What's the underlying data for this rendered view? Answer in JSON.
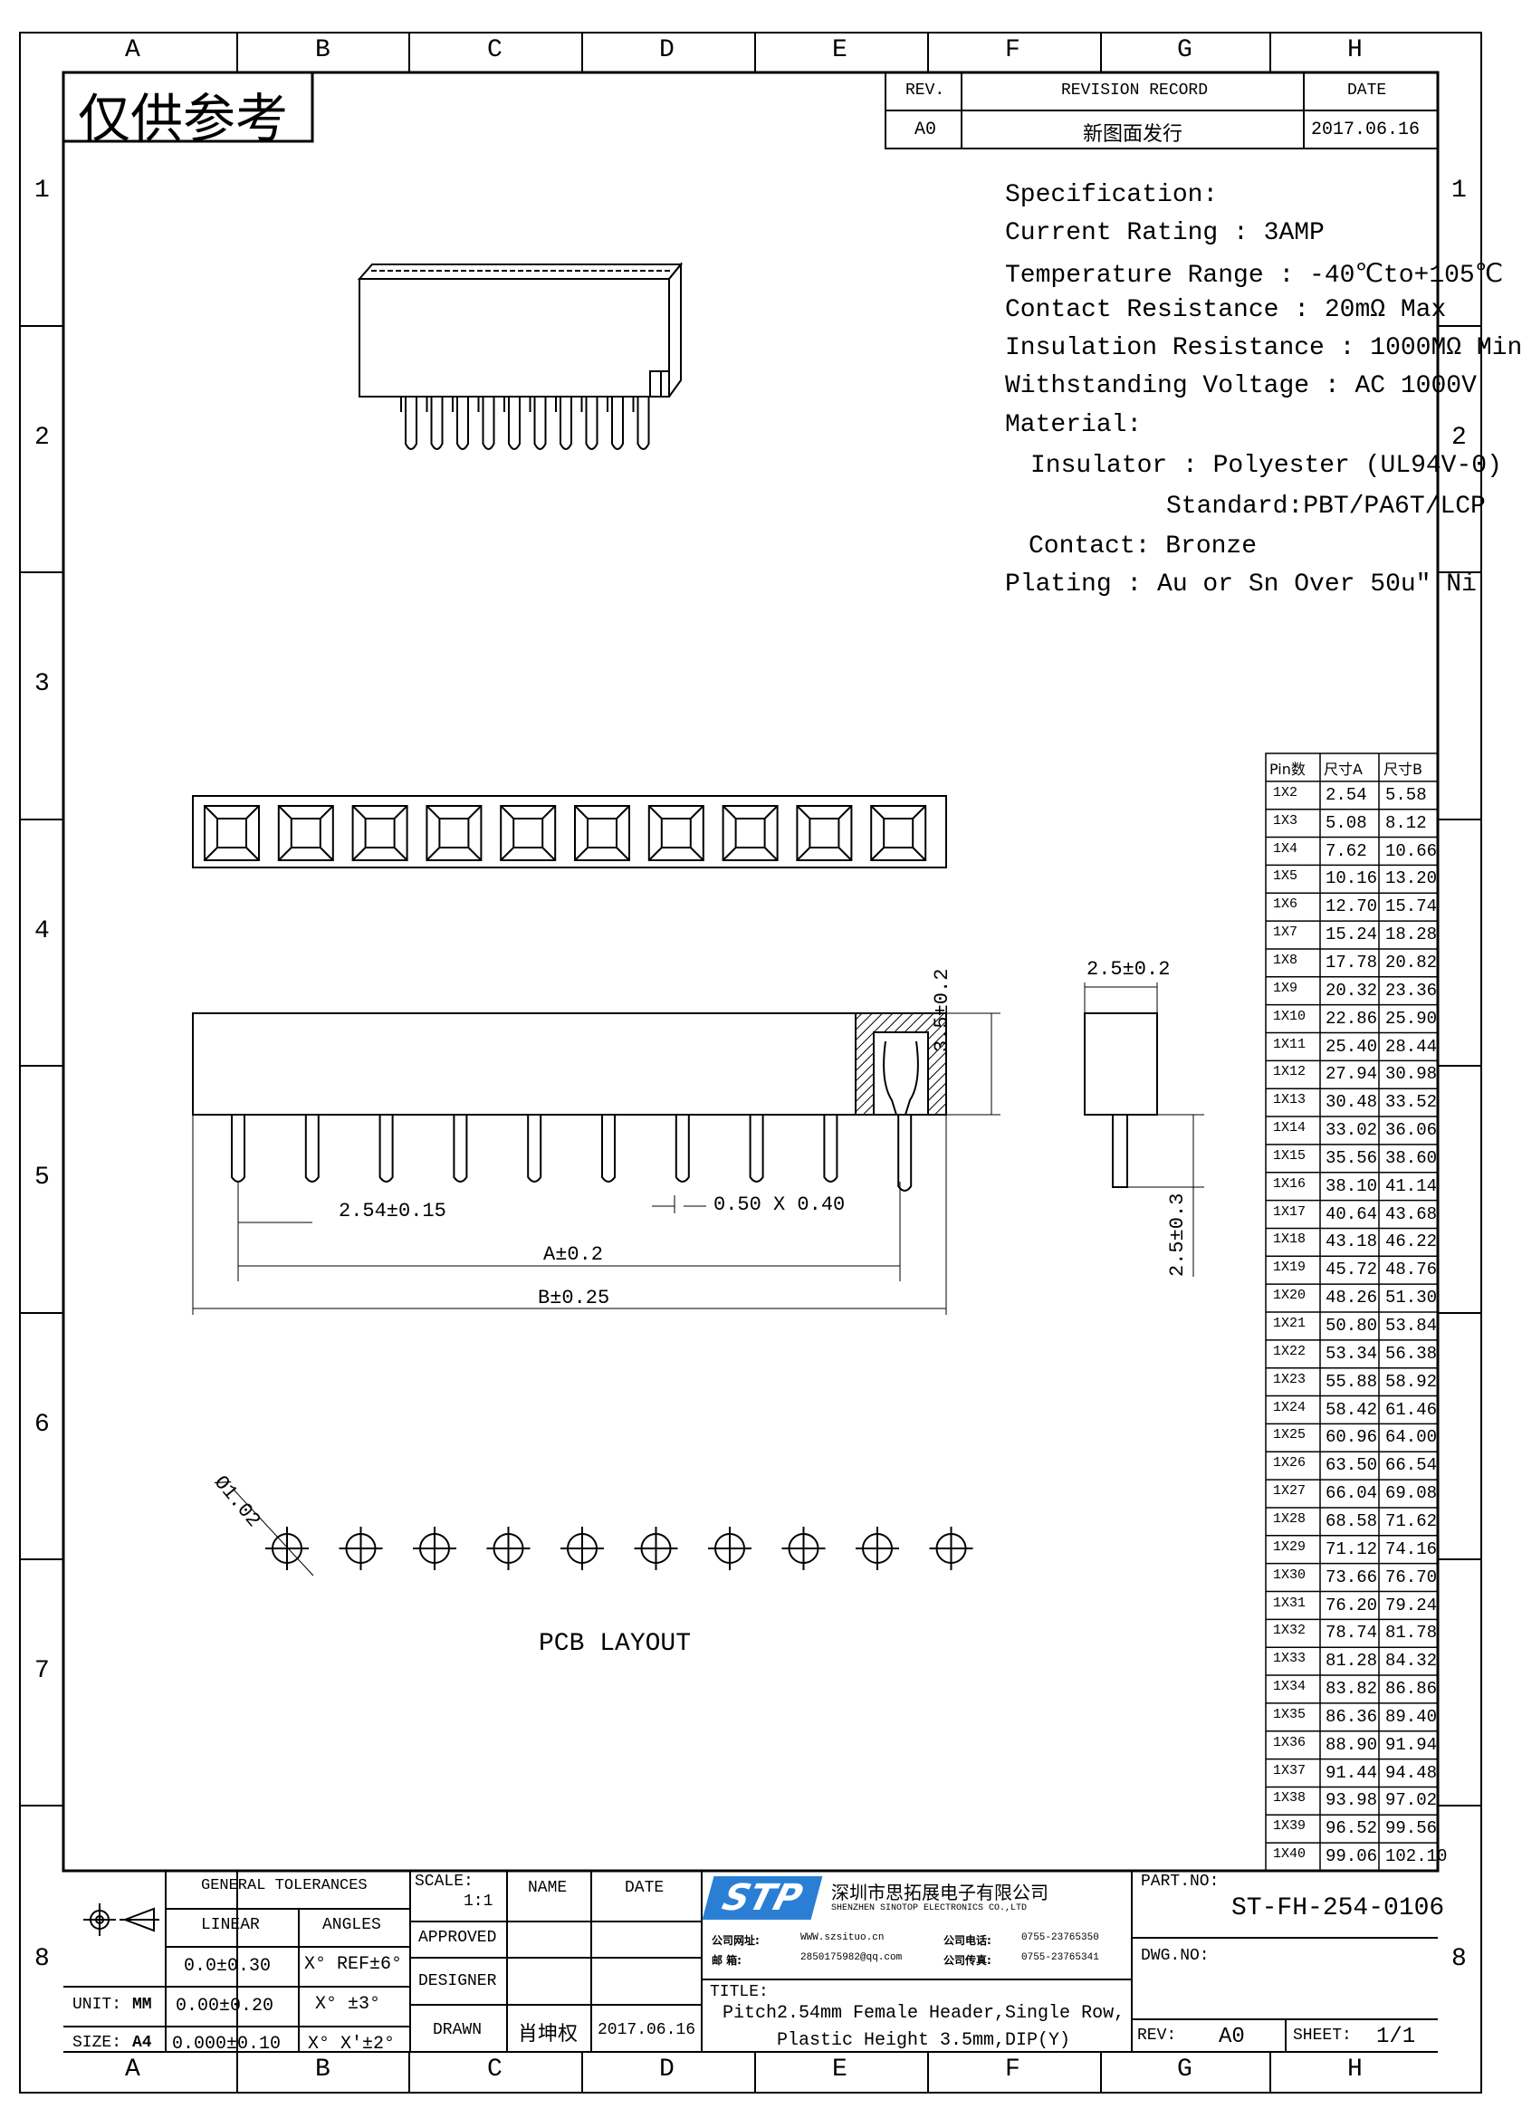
{
  "stamp": "仅供参考",
  "border": {
    "cols": [
      "A",
      "B",
      "C",
      "D",
      "E",
      "F",
      "G",
      "H"
    ],
    "rows": [
      "1",
      "2",
      "3",
      "4",
      "5",
      "6",
      "7",
      "8"
    ]
  },
  "revision": {
    "headers": {
      "rev": "REV.",
      "record": "REVISION RECORD",
      "date": "DATE"
    },
    "row": {
      "rev": "A0",
      "record": "新图面发行",
      "date": "2017.06.16"
    }
  },
  "spec": {
    "lines": [
      "Specification:",
      "Current Rating : 3AMP",
      "Temperature Range : -40℃to+105℃",
      "Contact Resistance : 20mΩ Max",
      "Insulation Resistance : 1000MΩ Min",
      "Withstanding Voltage : AC 1000V",
      "Material:",
      "Insulator : Polyester (UL94V-0)",
      "Standard:PBT/PA6T/LCP",
      "Contact: Bronze",
      "Plating : Au or Sn Over 50u\" Ni"
    ]
  },
  "dims": {
    "pitch": "2.54±0.15",
    "pin": "0.50 X 0.40",
    "a": "A±0.2",
    "b": "B±0.25",
    "height": "3.5±0.2",
    "width": "2.5±0.2",
    "tail": "2.5±0.3",
    "hole": "Ø1.02",
    "pcb_label": "PCB LAYOUT"
  },
  "pin_table": {
    "headers": [
      "Pin数",
      "尺寸A",
      "尺寸B"
    ],
    "rows": [
      [
        "1X2",
        "2.54",
        "5.58"
      ],
      [
        "1X3",
        "5.08",
        "8.12"
      ],
      [
        "1X4",
        "7.62",
        "10.66"
      ],
      [
        "1X5",
        "10.16",
        "13.20"
      ],
      [
        "1X6",
        "12.70",
        "15.74"
      ],
      [
        "1X7",
        "15.24",
        "18.28"
      ],
      [
        "1X8",
        "17.78",
        "20.82"
      ],
      [
        "1X9",
        "20.32",
        "23.36"
      ],
      [
        "1X10",
        "22.86",
        "25.90"
      ],
      [
        "1X11",
        "25.40",
        "28.44"
      ],
      [
        "1X12",
        "27.94",
        "30.98"
      ],
      [
        "1X13",
        "30.48",
        "33.52"
      ],
      [
        "1X14",
        "33.02",
        "36.06"
      ],
      [
        "1X15",
        "35.56",
        "38.60"
      ],
      [
        "1X16",
        "38.10",
        "41.14"
      ],
      [
        "1X17",
        "40.64",
        "43.68"
      ],
      [
        "1X18",
        "43.18",
        "46.22"
      ],
      [
        "1X19",
        "45.72",
        "48.76"
      ],
      [
        "1X20",
        "48.26",
        "51.30"
      ],
      [
        "1X21",
        "50.80",
        "53.84"
      ],
      [
        "1X22",
        "53.34",
        "56.38"
      ],
      [
        "1X23",
        "55.88",
        "58.92"
      ],
      [
        "1X24",
        "58.42",
        "61.46"
      ],
      [
        "1X25",
        "60.96",
        "64.00"
      ],
      [
        "1X26",
        "63.50",
        "66.54"
      ],
      [
        "1X27",
        "66.04",
        "69.08"
      ],
      [
        "1X28",
        "68.58",
        "71.62"
      ],
      [
        "1X29",
        "71.12",
        "74.16"
      ],
      [
        "1X30",
        "73.66",
        "76.70"
      ],
      [
        "1X31",
        "76.20",
        "79.24"
      ],
      [
        "1X32",
        "78.74",
        "81.78"
      ],
      [
        "1X33",
        "81.28",
        "84.32"
      ],
      [
        "1X34",
        "83.82",
        "86.86"
      ],
      [
        "1X35",
        "86.36",
        "89.40"
      ],
      [
        "1X36",
        "88.90",
        "91.94"
      ],
      [
        "1X37",
        "91.44",
        "94.48"
      ],
      [
        "1X38",
        "93.98",
        "97.02"
      ],
      [
        "1X39",
        "96.52",
        "99.56"
      ],
      [
        "1X40",
        "99.06",
        "102.10"
      ]
    ]
  },
  "title_block": {
    "tolerances": "GENERAL TOLERANCES",
    "linear": "LINEAR",
    "angles": "ANGLES",
    "lin_rows": [
      "0.0±0.30",
      "0.00±0.20",
      "0.000±0.10"
    ],
    "ang_rows": [
      "X° REF±6°",
      "X° ±3°",
      "X° X'±2°"
    ],
    "unit_label": "UNIT:",
    "unit": "MM",
    "size_label": "SIZE:",
    "size": "A4",
    "scale_label": "SCALE:",
    "scale": "1:1",
    "name": "NAME",
    "date": "DATE",
    "approved": "APPROVED",
    "designer": "DESIGNER",
    "drawn": "DRAWN",
    "drawn_name": "肖坤权",
    "drawn_date": "2017.06.16",
    "logo": "STP",
    "company_cn": "深圳市思拓展电子有限公司",
    "company_en": "SHENZHEN SINOTOP ELECTRONICS CO.,LTD",
    "web_label": "公司网址:",
    "web": "WWW.szsituo.cn",
    "tel_label": "公司电话:",
    "tel": "0755-23765350",
    "mail_label": "邮   箱:",
    "mail": "2850175982@qq.com",
    "fax_label": "公司传真:",
    "fax": "0755-23765341",
    "title_label": "TITLE:",
    "title_line1": "Pitch2.54mm Female Header,Single Row,",
    "title_line2": "Plastic Height 3.5mm,DIP(Y)",
    "part_label": "PART.NO:",
    "part_no": "ST-FH-254-0106",
    "dwg_label": "DWG.NO:",
    "rev_label": "REV:",
    "rev": "A0",
    "sheet_label": "SHEET:",
    "sheet": "1/1"
  }
}
